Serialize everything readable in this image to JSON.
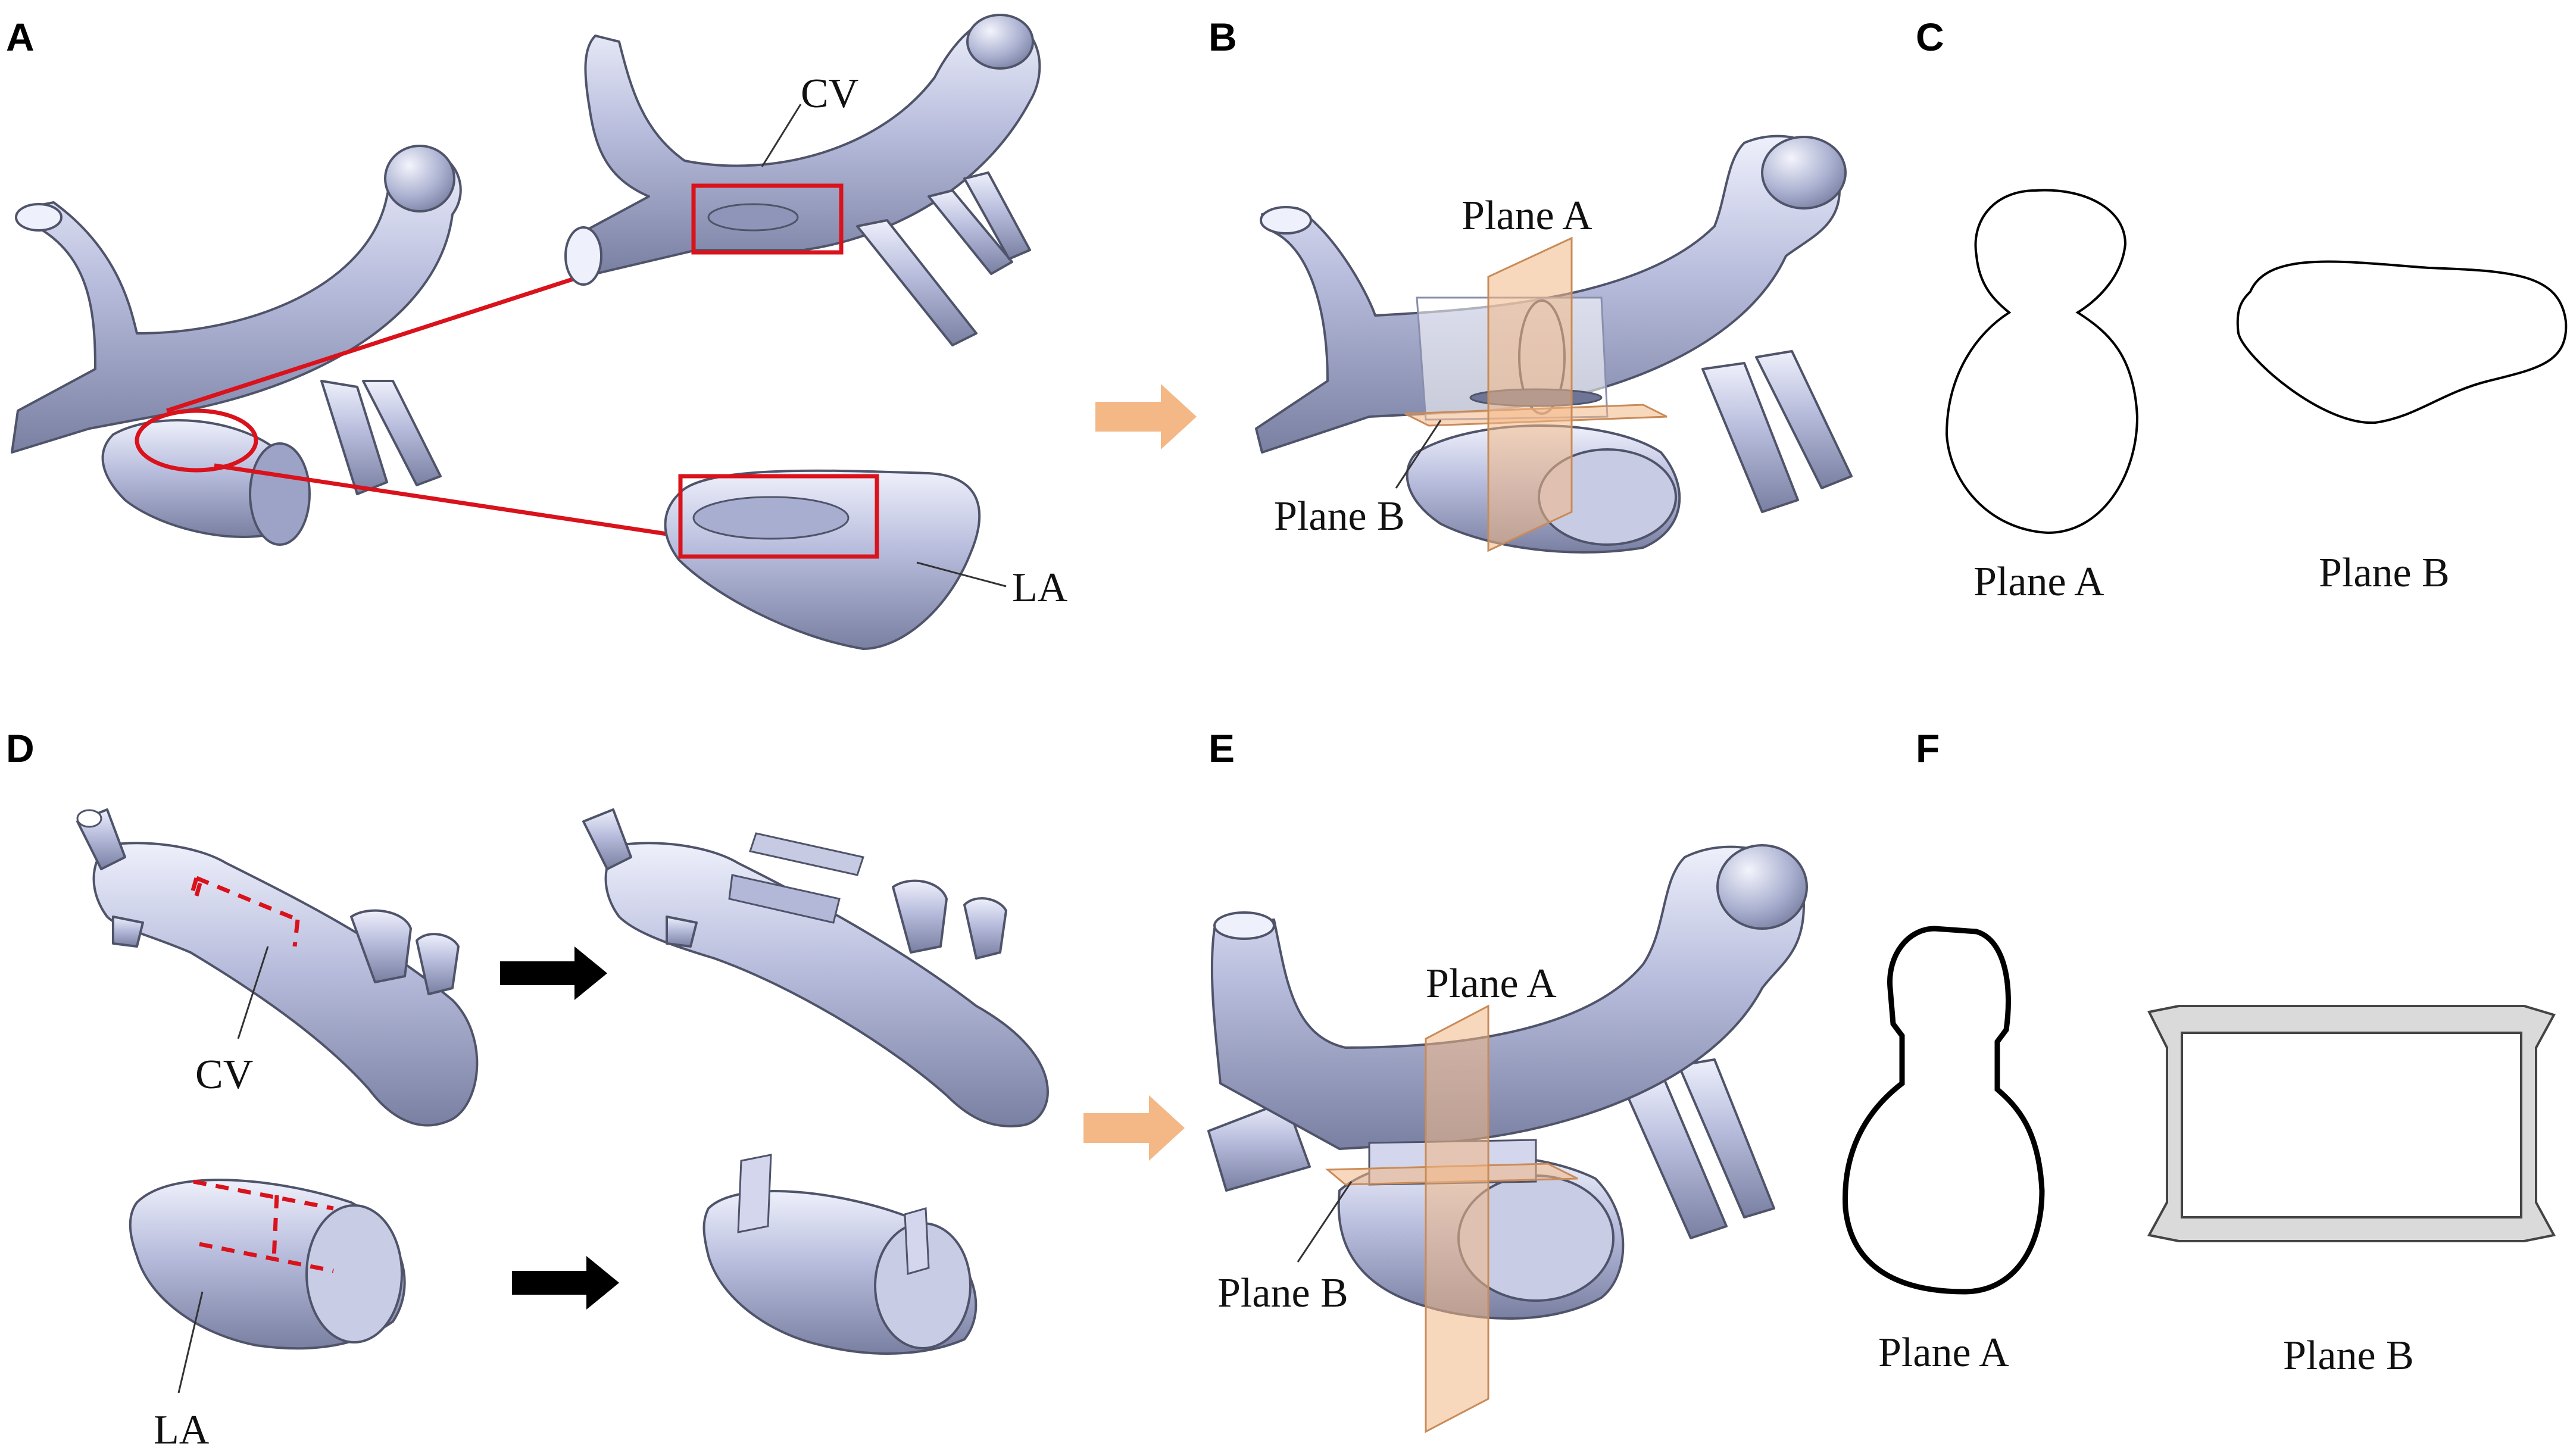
{
  "panels": {
    "A": {
      "letter": "A",
      "cv_label": "CV",
      "la_label": "LA"
    },
    "B": {
      "letter": "B",
      "plane_a": "Plane A",
      "plane_b": "Plane B"
    },
    "C": {
      "letter": "C",
      "plane_a": "Plane A",
      "plane_b": "Plane B"
    },
    "D": {
      "letter": "D",
      "cv_label": "CV",
      "la_label": "LA"
    },
    "E": {
      "letter": "E",
      "plane_a": "Plane A",
      "plane_b": "Plane B"
    },
    "F": {
      "letter": "F",
      "plane_a": "Plane A",
      "plane_b": "Plane B"
    }
  },
  "colors": {
    "vessel_light": "#e4e7f7",
    "vessel_mid": "#aeb4d3",
    "vessel_dark": "#6e7596",
    "highlight": "#d9121b",
    "plane": "#f3b886",
    "step_arrow": "#f3b886",
    "black_arrow": "#000000"
  }
}
